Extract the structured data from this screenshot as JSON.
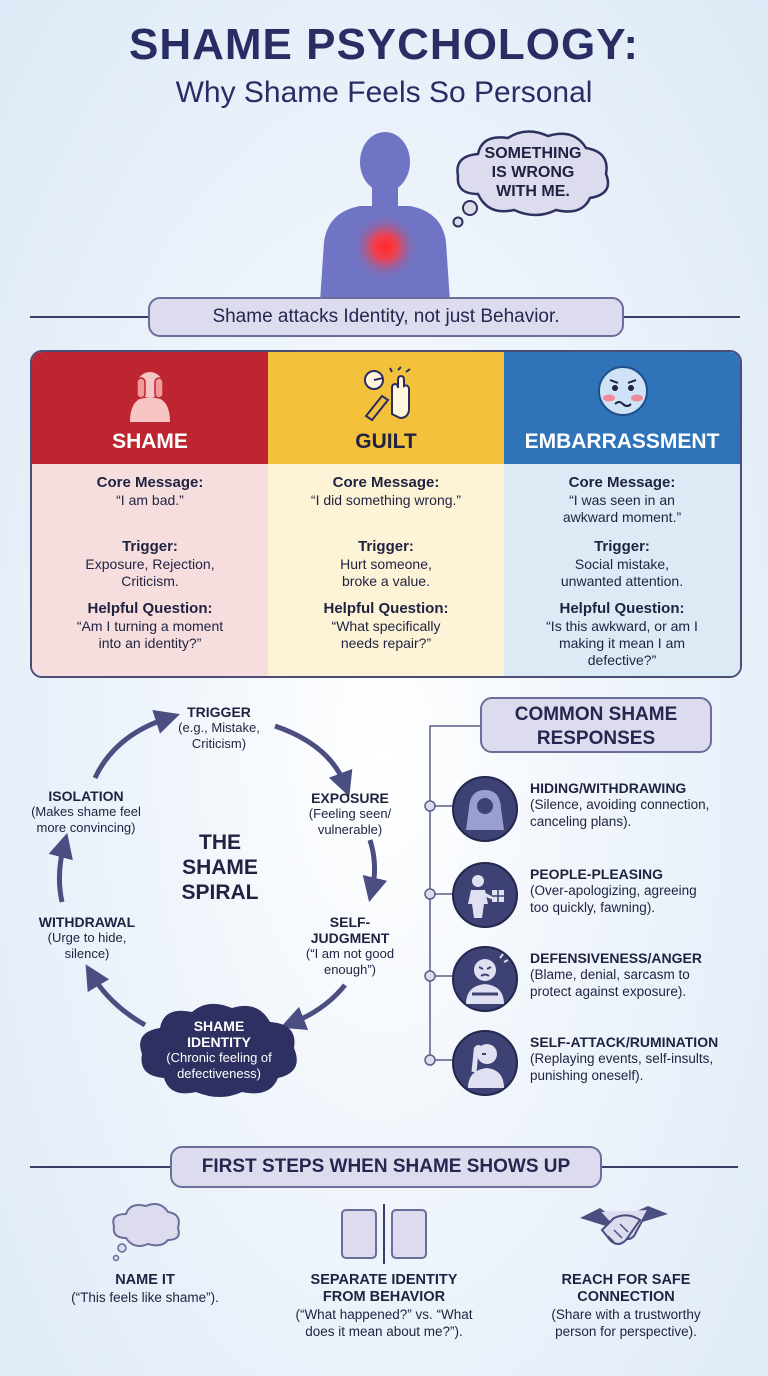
{
  "header": {
    "title": "SHAME PSYCHOLOGY:",
    "subtitle": "Why Shame Feels So Personal",
    "thought": [
      "SOMETHING",
      "IS WRONG",
      "WITH ME."
    ],
    "banner": "Shame attacks Identity, not just Behavior."
  },
  "columns": [
    {
      "title": "SHAME",
      "color": "#bd2630",
      "body_color": "#f7dede",
      "icon": "face-in-hands-icon",
      "core_label": "Core Message:",
      "core": [
        "“I am bad.”"
      ],
      "trigger_label": "Trigger:",
      "trigger": [
        "Exposure, Rejection,",
        "Criticism."
      ],
      "question_label": "Helpful Question:",
      "question": [
        "“Am I turning a moment",
        "into an identity?”"
      ]
    },
    {
      "title": "GUILT",
      "color": "#f4c23a",
      "body_color": "#fdf3d6",
      "icon": "broken-object-hand-icon",
      "core_label": "Core Message:",
      "core": [
        "“I did something wrong.”"
      ],
      "trigger_label": "Trigger:",
      "trigger": [
        "Hurt someone,",
        "broke a value."
      ],
      "question_label": "Helpful Question:",
      "question": [
        "“What specifically",
        "needs repair?”"
      ]
    },
    {
      "title": "EMBARRASSMENT",
      "color": "#2f74b9",
      "body_color": "#dceaf6",
      "icon": "flustered-face-icon",
      "core_label": "Core Message:",
      "core": [
        "“I was seen in an",
        "awkward moment.”"
      ],
      "trigger_label": "Trigger:",
      "trigger": [
        "Social mistake,",
        "unwanted attention."
      ],
      "question_label": "Helpful Question:",
      "question": [
        "“Is this awkward, or am I",
        "making it mean I am",
        "defective?”"
      ]
    }
  ],
  "spiral": {
    "center": [
      "THE",
      "SHAME",
      "SPIRAL"
    ],
    "trigger": {
      "label": "TRIGGER",
      "desc": [
        "(e.g., Mistake,",
        "Criticism)"
      ]
    },
    "exposure": {
      "label": "EXPOSURE",
      "desc": [
        "(Feeling seen/",
        "vulnerable)"
      ]
    },
    "judgment": {
      "label": [
        "SELF-",
        "JUDGMENT"
      ],
      "desc": [
        "(“I am not good",
        "enough”)"
      ]
    },
    "identity": {
      "label": [
        "SHAME",
        "IDENTITY"
      ],
      "desc": [
        "(Chronic feeling of",
        "defectiveness)"
      ]
    },
    "withdrawal": {
      "label": "WITHDRAWAL",
      "desc": [
        "(Urge to hide,",
        "silence)"
      ]
    },
    "isolation": {
      "label": "ISOLATION",
      "desc": [
        "(Makes shame feel",
        "more convincing)"
      ]
    }
  },
  "responses": {
    "title": [
      "COMMON SHAME",
      "RESPONSES"
    ],
    "items": [
      {
        "title": "HIDING/WITHDRAWING",
        "desc": [
          "(Silence, avoiding connection,",
          "canceling plans)."
        ],
        "icon": "hooded-figure-icon"
      },
      {
        "title": "PEOPLE-PLEASING",
        "desc": [
          "(Over-apologizing, agreeing",
          "too quickly, fawning)."
        ],
        "icon": "gift-giving-icon"
      },
      {
        "title": "DEFENSIVENESS/ANGER",
        "desc": [
          "(Blame, denial, sarcasm to",
          "protect against exposure)."
        ],
        "icon": "angry-crossed-arms-icon"
      },
      {
        "title": "SELF-ATTACK/RUMINATION",
        "desc": [
          "(Replaying events, self-insults,",
          "punishing oneself)."
        ],
        "icon": "head-in-hand-icon"
      }
    ]
  },
  "steps": {
    "title": "FIRST STEPS WHEN SHAME SHOWS UP",
    "items": [
      {
        "title": [
          "NAME IT"
        ],
        "desc": [
          "(“This feels like shame”)."
        ],
        "icon": "thought-cloud-icon"
      },
      {
        "title": [
          "SEPARATE IDENTITY",
          "FROM BEHAVIOR"
        ],
        "desc": [
          "(“What happened?” vs. “What",
          "does it mean about me?”)."
        ],
        "icon": "divided-panels-icon"
      },
      {
        "title": [
          "REACH FOR SAFE",
          "CONNECTION"
        ],
        "desc": [
          "(Share with a trustworthy",
          "person for perspective)."
        ],
        "icon": "handshake-icon"
      }
    ]
  }
}
